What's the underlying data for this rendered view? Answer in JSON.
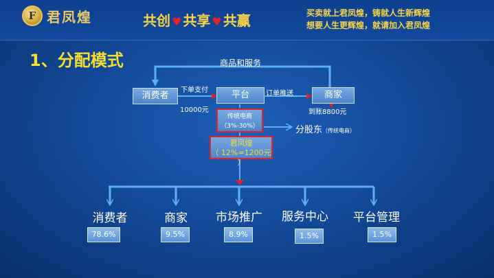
{
  "header": {
    "logo_letter": "F",
    "logo_text": "君凤煌",
    "slogan": {
      "part1": "共创",
      "part2": "共享",
      "part3": "共赢"
    },
    "tagline_line1": "买卖就上君凤煌，铸就人生新辉煌",
    "tagline_line2": "想要人生更辉煌，就请加入君凤煌"
  },
  "title": "1、分配模式",
  "flow": {
    "top_label": "商品和服务",
    "consumer": "消费者",
    "platform": "平台",
    "merchant": "商家",
    "order_pay": "下单支付",
    "amount": "10000元",
    "order_push": "订单推送",
    "received": "到账8800元",
    "traditional_title": "传统电商",
    "traditional_range": "（3%-30%）",
    "shareholder": "分股东",
    "shareholder_note": "（传统电商）",
    "jfh_title": "君凤煌",
    "jfh_calc": "（ 12%=1200元 ）"
  },
  "distribution": [
    {
      "name": "消费者",
      "share": "78.6%"
    },
    {
      "name": "商家",
      "share": "9.5%"
    },
    {
      "name": "市场推广",
      "share": "8.9%"
    },
    {
      "name": "服务中心",
      "share": "1.5%"
    },
    {
      "name": "平台管理",
      "share": "1.5%"
    }
  ],
  "colors": {
    "accent_yellow": "#f5df2f",
    "heart_red": "#e8202a",
    "arrow_red": "#e0242c",
    "line_blue": "#5fb0f2",
    "node_blue": "#5f93d4"
  }
}
